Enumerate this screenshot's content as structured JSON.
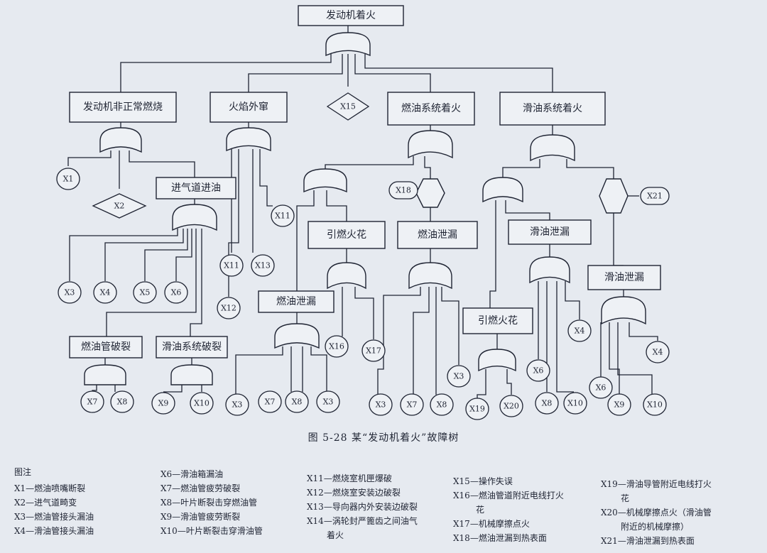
{
  "diagram": {
    "top_event": "发动机着火",
    "events": {
      "E1": "发动机非正常燃烧",
      "E2": "火焰外窜",
      "E3": "燃油系统着火",
      "E4": "滑油系统着火",
      "E5": "进气道进油",
      "E6": "燃油管破裂",
      "E7": "滑油系统破裂",
      "E8": "引燃火花",
      "E9": "燃油泄漏",
      "E10": "燃油泄漏",
      "E11": "滑油泄漏",
      "E12": "滑油泄漏",
      "E13": "引燃火花"
    },
    "basic": {
      "b_x1": "X1",
      "b_x3": "X3",
      "b_x4": "X4",
      "b_x5": "X5",
      "b_x6": "X6",
      "b_x7a": "X7",
      "b_x8a": "X8",
      "b_x9a": "X9",
      "b_x10a": "X10",
      "b_x11a": "X11",
      "b_x13a": "X13",
      "b_x12a": "X12",
      "b_x11b": "X11",
      "b_x16": "X16",
      "b_x17": "X17",
      "b_x3b": "X3",
      "b_x7b": "X7",
      "b_x8b": "X8",
      "b_x3c": "X3",
      "b_x3d": "X3",
      "b_x7c": "X7",
      "b_x8c": "X8",
      "b_x18": "X18",
      "b_x3e": "X3",
      "b_x19": "X19",
      "b_x20": "X20",
      "b_x6b": "X6",
      "b_x8d": "X8",
      "b_x10b": "X10",
      "b_x21": "X21",
      "b_x4b": "X4",
      "b_x4c": "X4",
      "b_x6c": "X6",
      "b_x9b": "X9",
      "b_x10c": "X10"
    },
    "undeveloped": {
      "u_x15": "X15",
      "u_x2": "X2"
    }
  },
  "caption": "图 5-28  某“发动机着火”故障树",
  "legend": {
    "title": "图注",
    "col1": [
      "X1—燃油喷嘴断裂",
      "X2—进气道畸变",
      "X3—燃油管接头漏油",
      "X4—滑油管接头漏油"
    ],
    "col2": [
      "X6—滑油箱漏油",
      "X7—燃油管疲劳破裂",
      "X8—叶片断裂击穿燃油管",
      "X9—滑油管疲劳断裂",
      "X10—叶片断裂击穿滑油管"
    ],
    "col3": [
      "X11—燃烧室机匣爆破",
      "X12—燃烧室安装边破裂",
      "X13—导向器内外安装边破裂",
      "X14—涡轮封严篦齿之间油气",
      "着火"
    ],
    "col4": [
      "X15—操作失误",
      "X16—燃油管道附近电线打火",
      "花",
      "X17—机械摩擦点火",
      "X18—燃油泄漏到热表面"
    ],
    "col5": [
      "X19—滑油导管附近电线打火",
      "花",
      "X20—机械摩擦点火（滑油管",
      "附近的机械摩擦）",
      "X21—滑油泄漏到热表面"
    ]
  }
}
